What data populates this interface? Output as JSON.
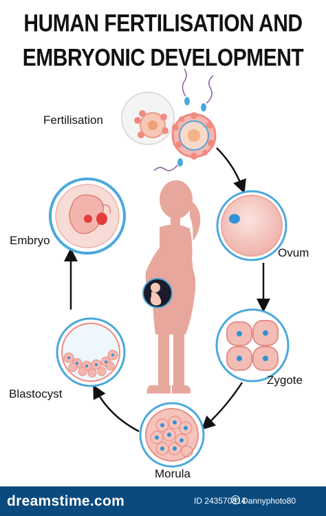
{
  "title": {
    "line1": "HUMAN FERTILISATION AND",
    "line2": "EMBRYONIC DEVELOPMENT"
  },
  "stages": {
    "fertilisation": "Fertilisation",
    "ovum": "Ovum",
    "zygote": "Zygote",
    "morula": "Morula",
    "blastocyst": "Blastocyst",
    "embryo": "Embryo"
  },
  "footer": {
    "brand": "dreamstime.com",
    "id_text": "ID 243570814",
    "author": "Dannyphoto80"
  },
  "colors": {
    "silhouette": "#e8a79c",
    "cell_ring": "#4aa8dc",
    "cell_fill": "#f4c5bf",
    "nucleus": "#2f92d6",
    "footer_bg": "#0a4a7e"
  }
}
